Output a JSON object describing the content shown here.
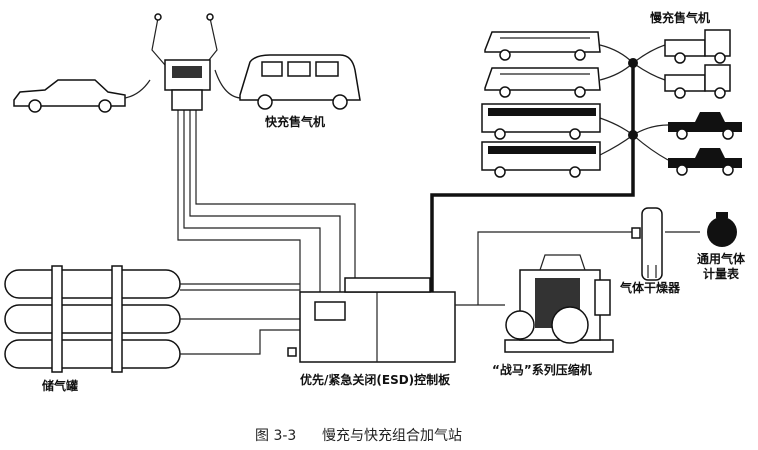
{
  "labels": {
    "fast_dispenser": "快充售气机",
    "slow_dispenser": "慢充售气机",
    "gas_meter_line1": "通用气体",
    "gas_meter_line2": "计量表",
    "gas_dryer": "气体干燥器",
    "storage_tanks": "储气罐",
    "control_panel": "优先/紧急关闭(ESD)控制板",
    "compressor": "“战马”系列压缩机"
  },
  "caption": {
    "figure_number": "图 3-3",
    "title": "慢充与快充组合加气站"
  }
}
